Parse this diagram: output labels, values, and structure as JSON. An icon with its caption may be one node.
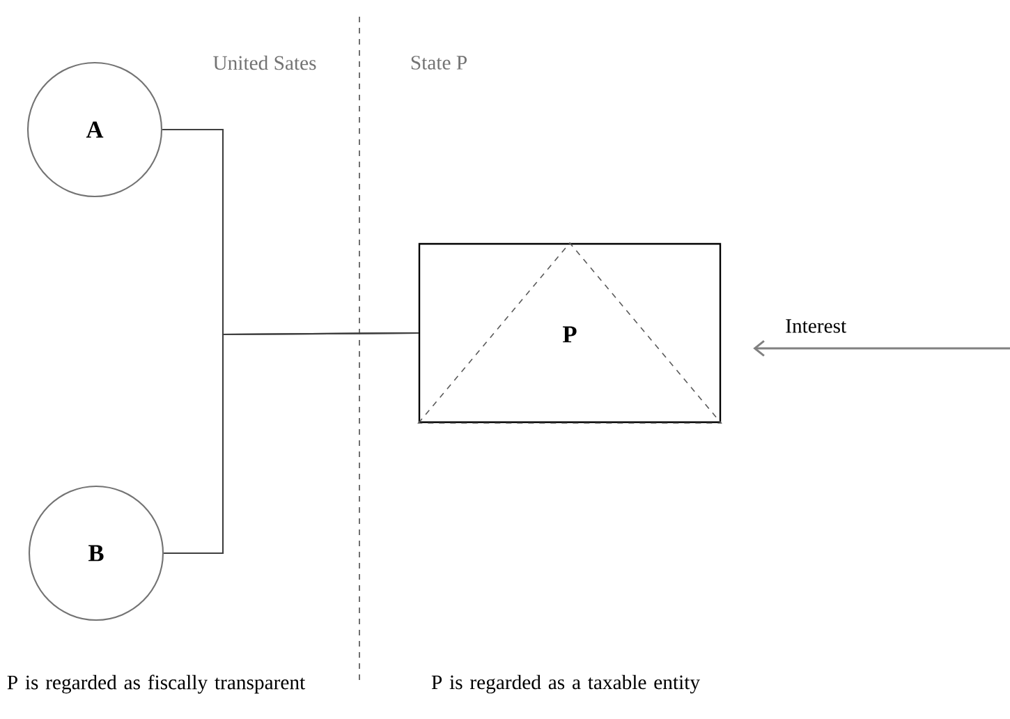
{
  "diagram": {
    "nodes": [
      {
        "text": [
          "A"
        ]
      },
      {
        "text": [
          "B"
        ]
      },
      {
        "text": [
          "P"
        ]
      }
    ],
    "edges": [
      {
        "from": 0,
        "to": 2,
        "arrow": "none"
      },
      {
        "from": 1,
        "to": 2,
        "arrow": "none"
      },
      {
        "from": null,
        "to": 2,
        "arrow": "to",
        "label": "Interest",
        "color": "#808080"
      }
    ],
    "labels": [
      "United Sates",
      "State P",
      "P is regarded as fiscally transparent",
      "P is regarded as a taxable entity"
    ]
  }
}
